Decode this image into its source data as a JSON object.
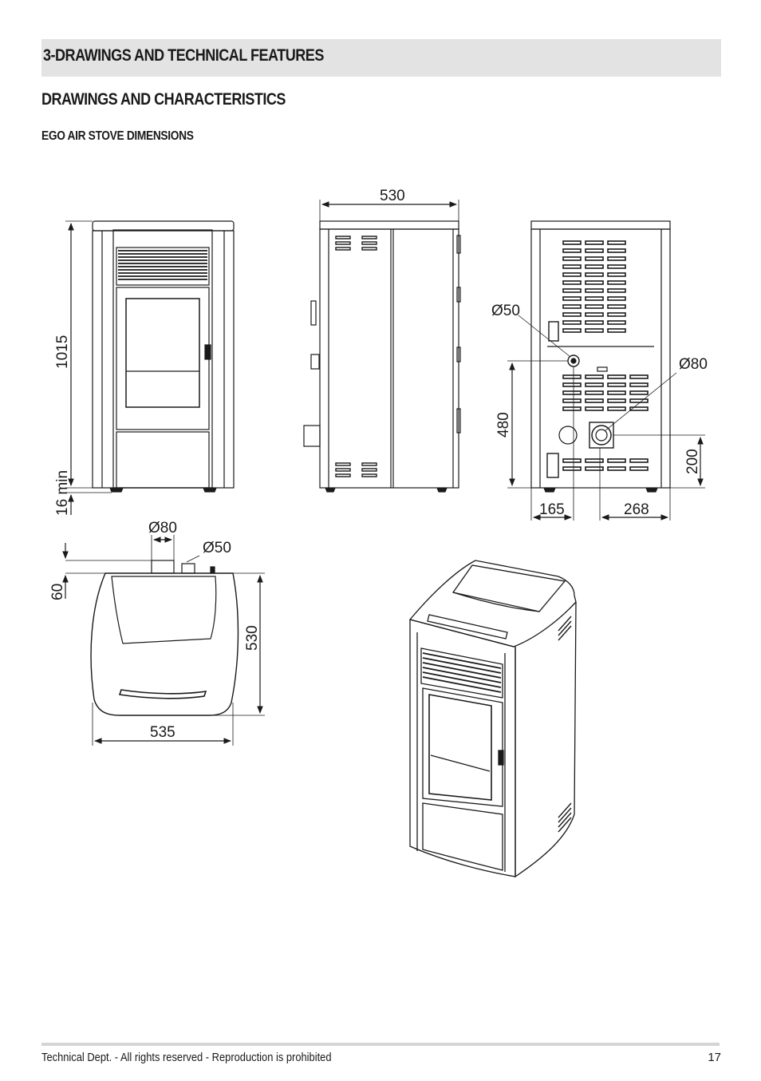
{
  "header": {
    "section_title": "3-DRAWINGS AND TECHNICAL FEATURES",
    "subtitle": "DRAWINGS AND CHARACTERISTICS",
    "subsubtitle": "EGO AIR STOVE DIMENSIONS"
  },
  "dimensions": {
    "front_height": "1015",
    "front_feet": "16 min",
    "side_width": "530",
    "rear_upper_pipe": "Ø50",
    "rear_air_intake": "Ø80",
    "rear_pipe_height": "480",
    "rear_intake_height": "200",
    "rear_pipe_offset": "165",
    "rear_intake_offset": "268",
    "top_outlet": "Ø80",
    "top_pipe": "Ø50",
    "top_offset": "60",
    "top_depth": "530",
    "top_width": "535"
  },
  "footer": {
    "rights": "Technical Dept. - All rights reserved - Reproduction is prohibited",
    "page": "17"
  },
  "colors": {
    "section_bar": "#e3e3e3",
    "line": "#1a1a1a"
  }
}
